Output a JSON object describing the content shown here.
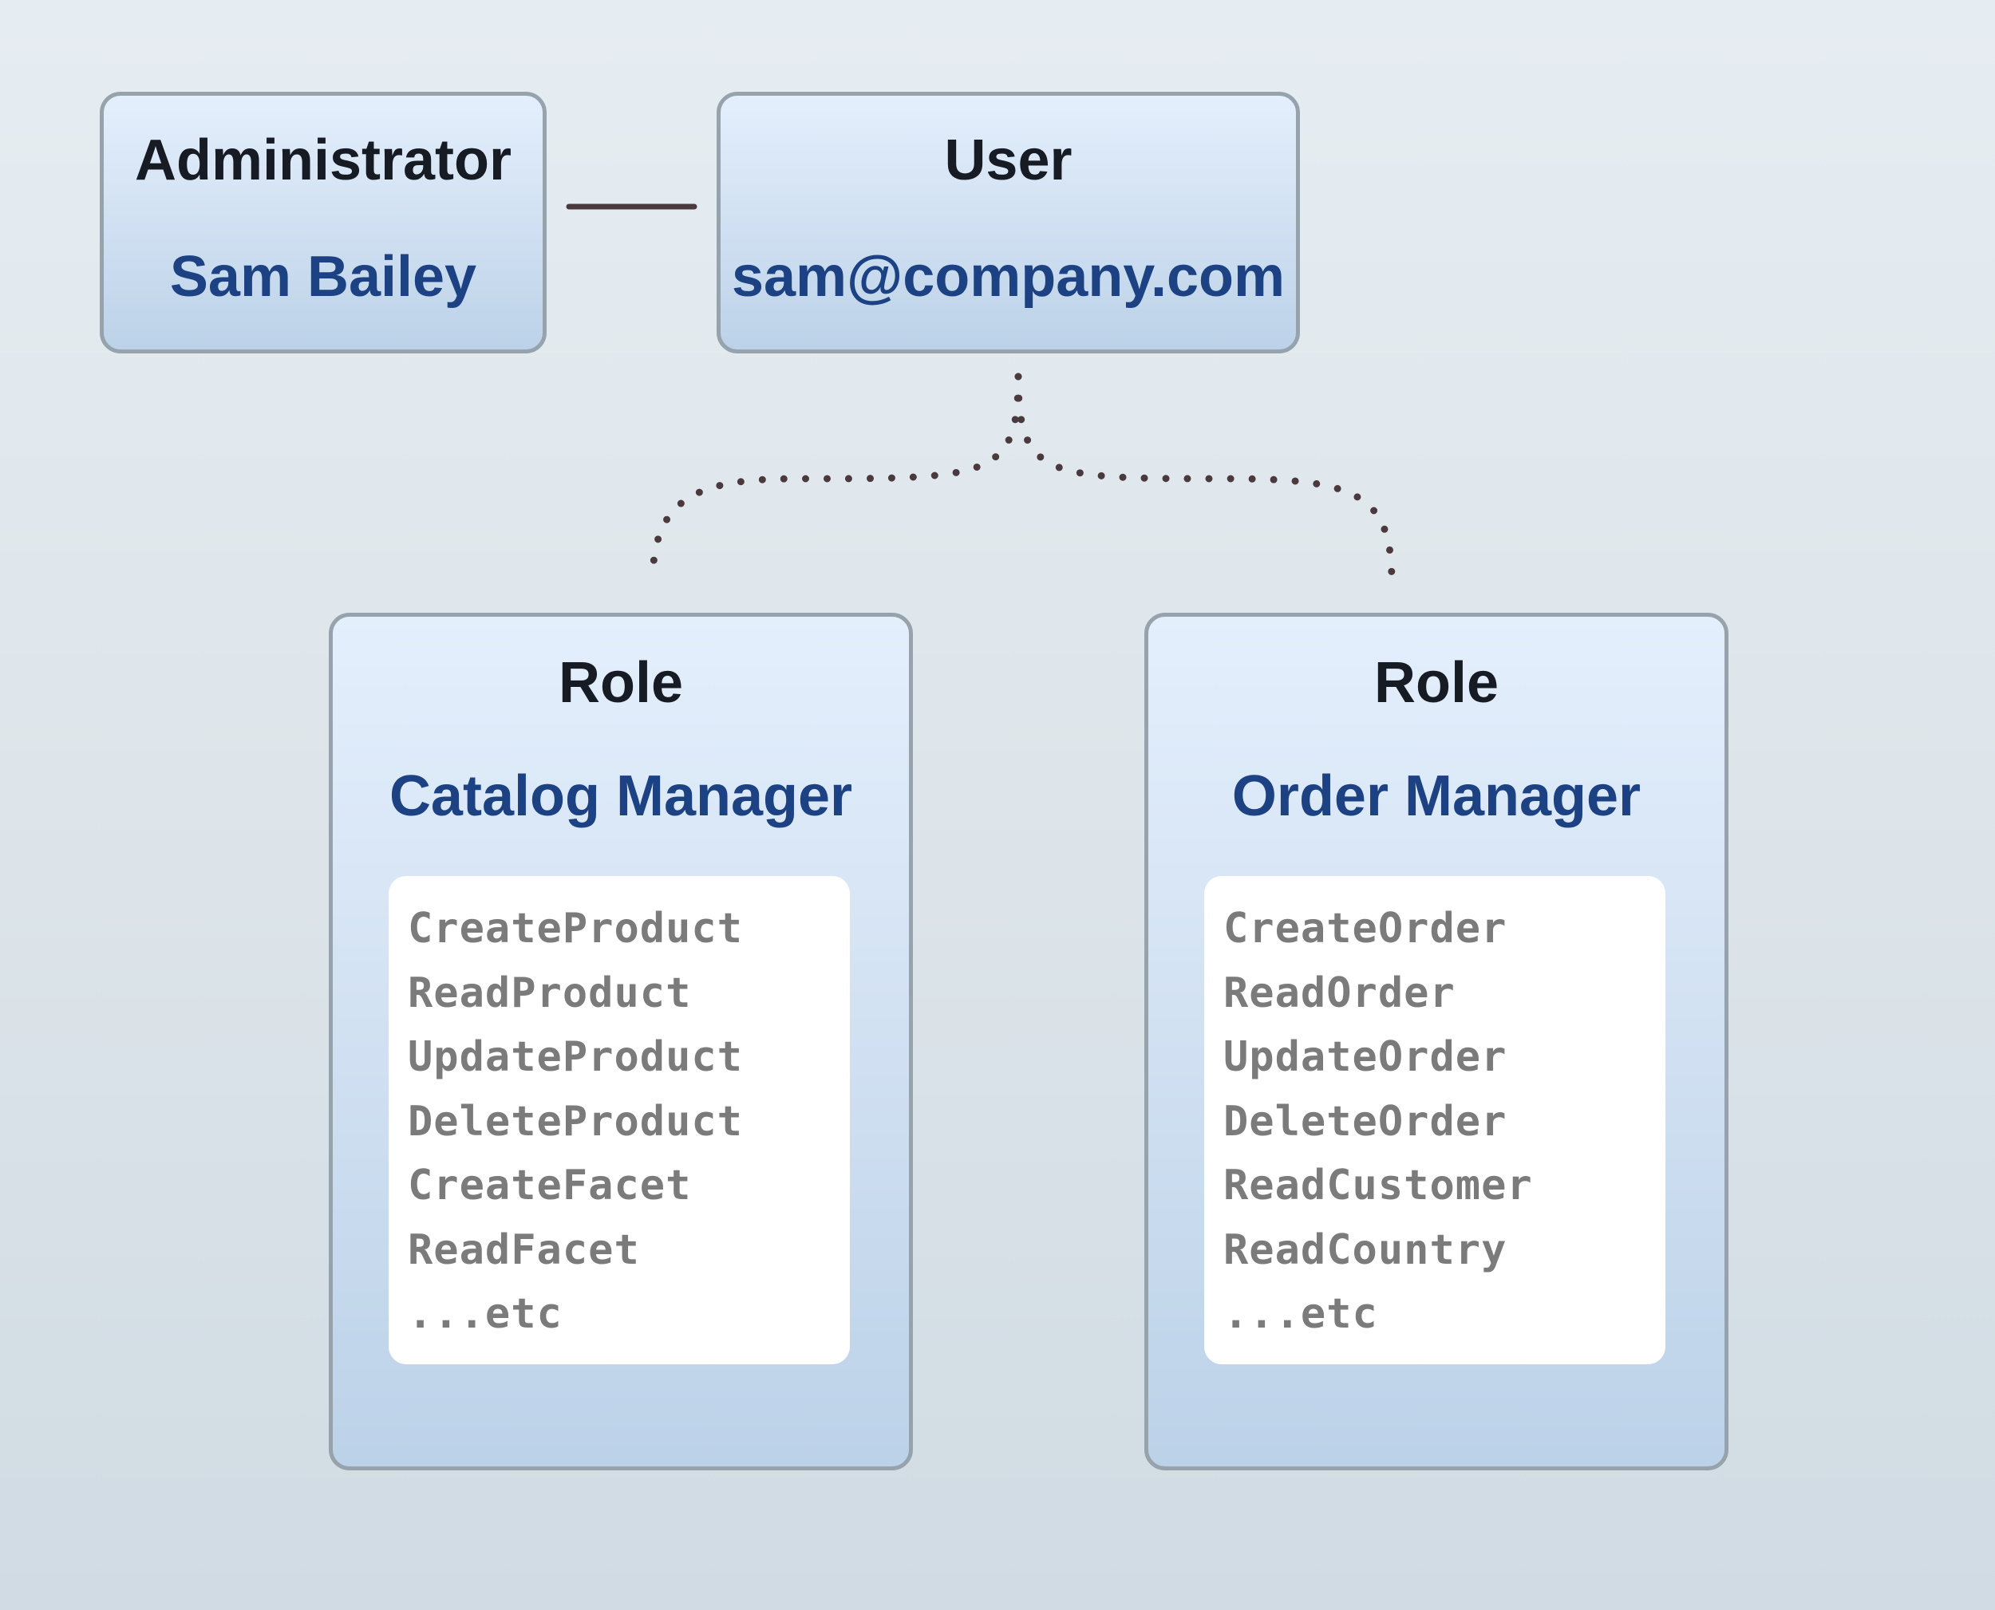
{
  "admin": {
    "title": "Administrator",
    "name": "Sam Bailey"
  },
  "user": {
    "title": "User",
    "email": "sam@company.com"
  },
  "roles": [
    {
      "title": "Role",
      "name": "Catalog Manager",
      "permissions": [
        "CreateProduct",
        "ReadProduct",
        "UpdateProduct",
        "DeleteProduct",
        "CreateFacet",
        "ReadFacet",
        "...etc"
      ]
    },
    {
      "title": "Role",
      "name": "Order Manager",
      "permissions": [
        "CreateOrder",
        "ReadOrder",
        "UpdateOrder",
        "DeleteOrder",
        "ReadCustomer",
        "ReadCountry",
        "...etc"
      ]
    }
  ],
  "colors": {
    "box_border": "#96a3ad",
    "title_text": "#161b24",
    "name_text": "#1c4283",
    "permission_text": "#7b7b7b",
    "connector": "#4a3a3d"
  }
}
